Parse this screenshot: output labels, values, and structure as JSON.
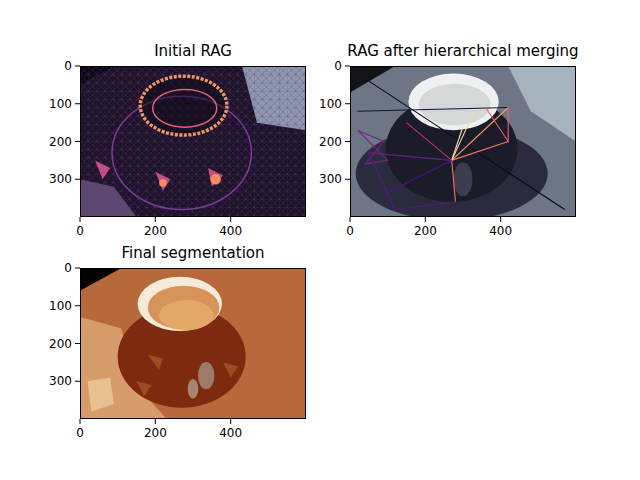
{
  "diagram": {
    "nodes": [
      {
        "text": [
          "Initial RAG"
        ]
      },
      {
        "text": [
          "RAG after hierarchical merging"
        ]
      },
      {
        "text": [
          "Final segmentation"
        ]
      }
    ],
    "labels": [
      "0",
      "100",
      "200",
      "300",
      "0",
      "200",
      "400",
      "0",
      "100",
      "200",
      "300",
      "0",
      "200",
      "400",
      "0",
      "100",
      "200",
      "300",
      "0",
      "200",
      "400"
    ]
  }
}
